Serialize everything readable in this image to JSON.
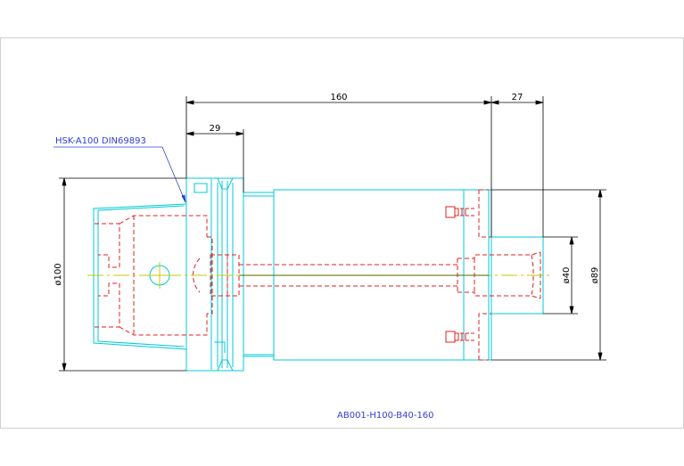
{
  "drawing": {
    "label_hsk": "HSK-A100 DIN69893",
    "drawing_number": "AB001-H100-B40-160",
    "dim_overall_length": "160",
    "dim_collar": "29",
    "dim_front": "27",
    "dim_flange_dia": "ø100",
    "dim_bore_dia": "ø40",
    "dim_body_dia": "ø89"
  },
  "colors": {
    "outline": "#00c8d8",
    "hidden": "#e02020",
    "dimension": "#000000",
    "centerline": "#c8c800",
    "annotation": "#2f3fd0",
    "border": "#d0d0d0"
  }
}
